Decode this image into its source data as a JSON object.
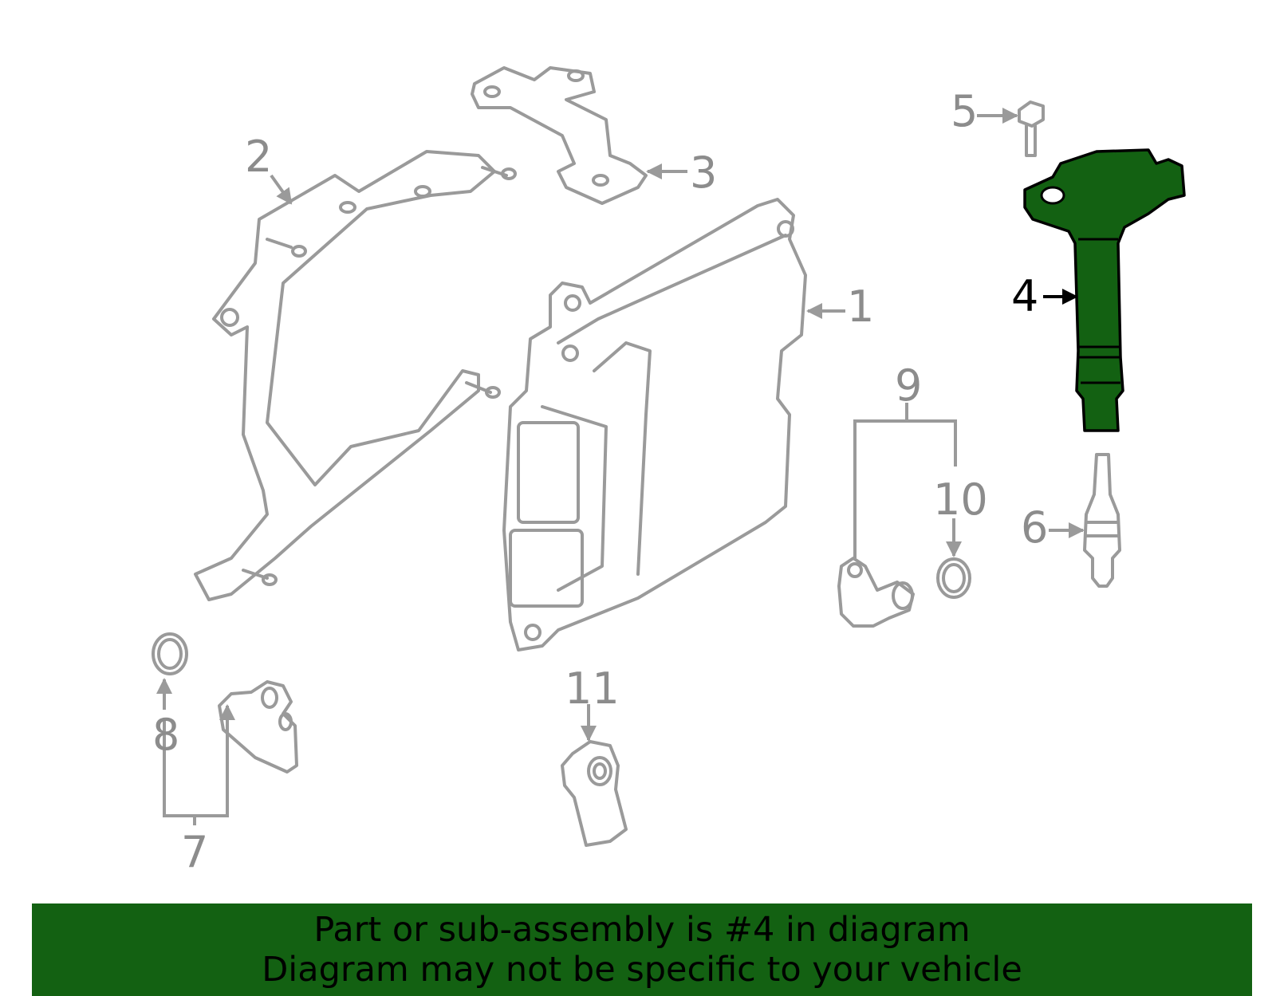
{
  "callouts": {
    "c1": "1",
    "c2": "2",
    "c3": "3",
    "c4": "4",
    "c5": "5",
    "c6": "6",
    "c7": "7",
    "c8": "8",
    "c9": "9",
    "c10": "10",
    "c11": "11"
  },
  "highlight": {
    "part_number": "4",
    "color": "#136112"
  },
  "banner": {
    "line1": "Part or sub-assembly is #4 in diagram",
    "line2": "Diagram may not be specific to your vehicle",
    "color": "#136112"
  }
}
